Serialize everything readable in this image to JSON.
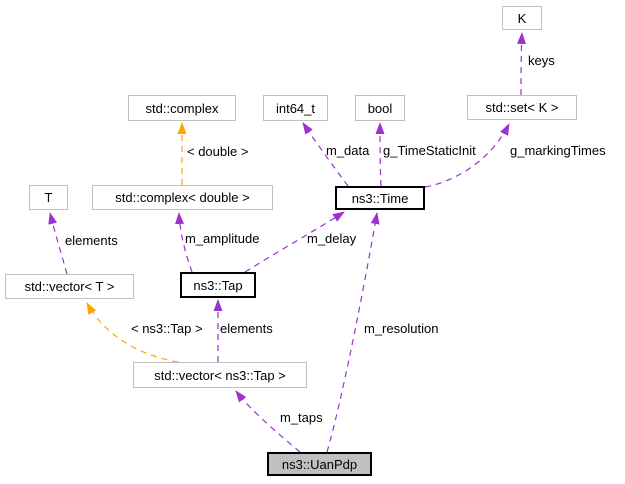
{
  "diagram": {
    "kind": "collaboration-graph",
    "colors": {
      "usage_arrow": "#9a32cd",
      "template_arrow": "#ffa500",
      "node_border": "#bfbfbf",
      "emphasis_border": "#000000",
      "selected_node_fill": "#bfbfbf",
      "background": "#ffffff",
      "text": "#000000"
    },
    "nodes": {
      "k": {
        "label": "K"
      },
      "std_complex": {
        "label": "std::complex"
      },
      "int64_t": {
        "label": "int64_t"
      },
      "bool": {
        "label": "bool"
      },
      "std_set_k": {
        "label": "std::set< K >"
      },
      "t": {
        "label": "T"
      },
      "std_complex_double": {
        "label": "std::complex< double >"
      },
      "ns3_time": {
        "label": "ns3::Time"
      },
      "std_vector_t": {
        "label": "std::vector< T >"
      },
      "ns3_tap": {
        "label": "ns3::Tap"
      },
      "std_vector_tap": {
        "label": "std::vector< ns3::Tap >"
      },
      "ns3_uanpdp": {
        "label": "ns3::UanPdp"
      }
    },
    "edges": {
      "keys": {
        "label": "keys",
        "color": "#9a32cd"
      },
      "double_template": {
        "label": "< double >",
        "color": "#ffa500"
      },
      "m_data": {
        "label": "m_data",
        "color": "#9a32cd"
      },
      "g_time_static_init": {
        "label": "g_TimeStaticInit",
        "color": "#9a32cd"
      },
      "g_marking_times": {
        "label": "g_markingTimes",
        "color": "#9a32cd"
      },
      "elements_t": {
        "label": "elements",
        "color": "#9a32cd"
      },
      "m_amplitude": {
        "label": "m_amplitude",
        "color": "#9a32cd"
      },
      "m_delay": {
        "label": "m_delay",
        "color": "#9a32cd"
      },
      "tap_template": {
        "label": "< ns3::Tap >",
        "color": "#ffa500"
      },
      "elements_tap": {
        "label": "elements",
        "color": "#9a32cd"
      },
      "m_resolution": {
        "label": "m_resolution",
        "color": "#9a32cd"
      },
      "m_taps": {
        "label": "m_taps",
        "color": "#9a32cd"
      }
    }
  }
}
